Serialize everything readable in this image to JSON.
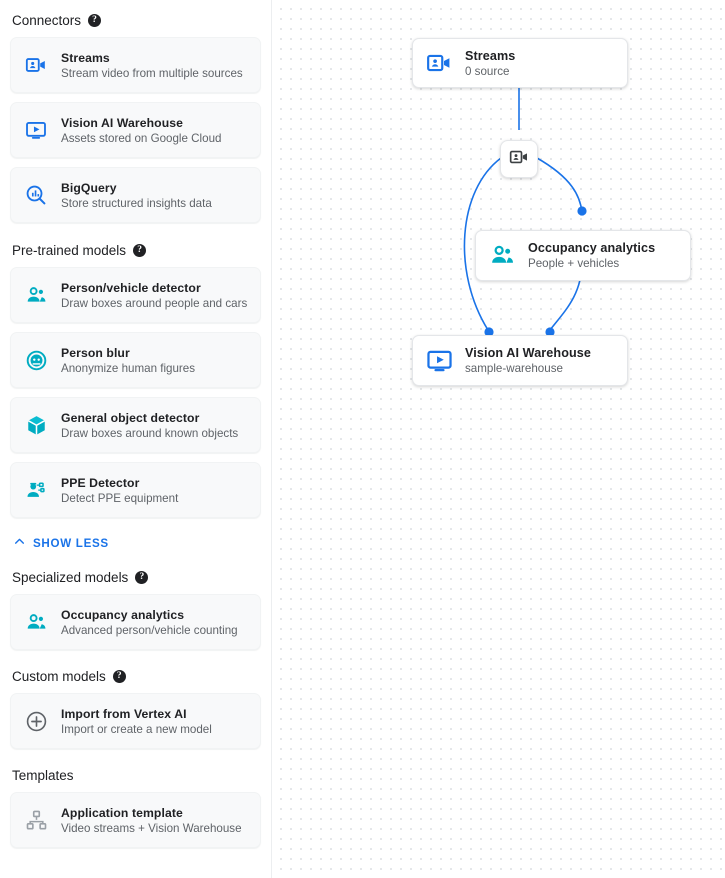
{
  "sidebar": {
    "sections": [
      {
        "key": "connectors",
        "title": "Connectors",
        "has_help": true,
        "items": [
          {
            "icon": "video-camera-person-icon",
            "title": "Streams",
            "subtitle": "Stream video from multiple sources",
            "color": "#1a73e8"
          },
          {
            "icon": "monitor-play-icon",
            "title": "Vision AI Warehouse",
            "subtitle": "Assets stored on Google Cloud",
            "color": "#1a73e8"
          },
          {
            "icon": "bigquery-magnifier-icon",
            "title": "BigQuery",
            "subtitle": "Store structured insights data",
            "color": "#1a73e8"
          }
        ]
      },
      {
        "key": "pretrained",
        "title": "Pre-trained models",
        "has_help": true,
        "items": [
          {
            "icon": "people-group-icon",
            "title": "Person/vehicle detector",
            "subtitle": "Draw boxes around people and cars",
            "color": "#00acc1"
          },
          {
            "icon": "face-circle-icon",
            "title": "Person blur",
            "subtitle": "Anonymize human figures",
            "color": "#00acc1"
          },
          {
            "icon": "cube-icon",
            "title": "General object detector",
            "subtitle": "Draw boxes around known objects",
            "color": "#00acc1"
          },
          {
            "icon": "ppe-person-icon",
            "title": "PPE Detector",
            "subtitle": "Detect PPE equipment",
            "color": "#00acc1"
          }
        ]
      },
      {
        "key": "specialized",
        "title": "Specialized models",
        "has_help": true,
        "items": [
          {
            "icon": "people-group-icon",
            "title": "Occupancy analytics",
            "subtitle": "Advanced person/vehicle counting",
            "color": "#00acc1"
          }
        ]
      },
      {
        "key": "custom",
        "title": "Custom models",
        "has_help": true,
        "items": [
          {
            "icon": "plus-circle-icon",
            "title": "Import from Vertex AI",
            "subtitle": "Import or create a new model",
            "color": "#5f6368"
          }
        ]
      },
      {
        "key": "templates",
        "title": "Templates",
        "has_help": false,
        "items": [
          {
            "icon": "sitemap-icon",
            "title": "Application template",
            "subtitle": "Video streams + Vision Warehouse",
            "color": "#9aa0a6"
          }
        ]
      }
    ],
    "show_less_label": "SHOW LESS",
    "help_glyph": "?"
  },
  "canvas": {
    "nodes": [
      {
        "id": "streams",
        "icon": "video-camera-person-icon",
        "title": "Streams",
        "subtitle": "0 source",
        "color": "#1a73e8"
      },
      {
        "id": "hub",
        "icon": "video-camera-person-icon",
        "title": "",
        "subtitle": "",
        "color": "#3c4043"
      },
      {
        "id": "occupancy",
        "icon": "people-group-icon",
        "title": "Occupancy analytics",
        "subtitle": "People + vehicles",
        "color": "#00acc1"
      },
      {
        "id": "warehouse",
        "icon": "monitor-play-icon",
        "title": "Vision AI Warehouse",
        "subtitle": "sample-warehouse",
        "color": "#1a73e8"
      }
    ],
    "edge_color": "#1a73e8",
    "grid_dot_color": "#dcdfe3"
  },
  "colors": {
    "accent_blue": "#1a73e8",
    "accent_teal": "#00acc1",
    "text_primary": "#202124",
    "text_secondary": "#5f6368",
    "card_bg": "#f8f9fa"
  }
}
